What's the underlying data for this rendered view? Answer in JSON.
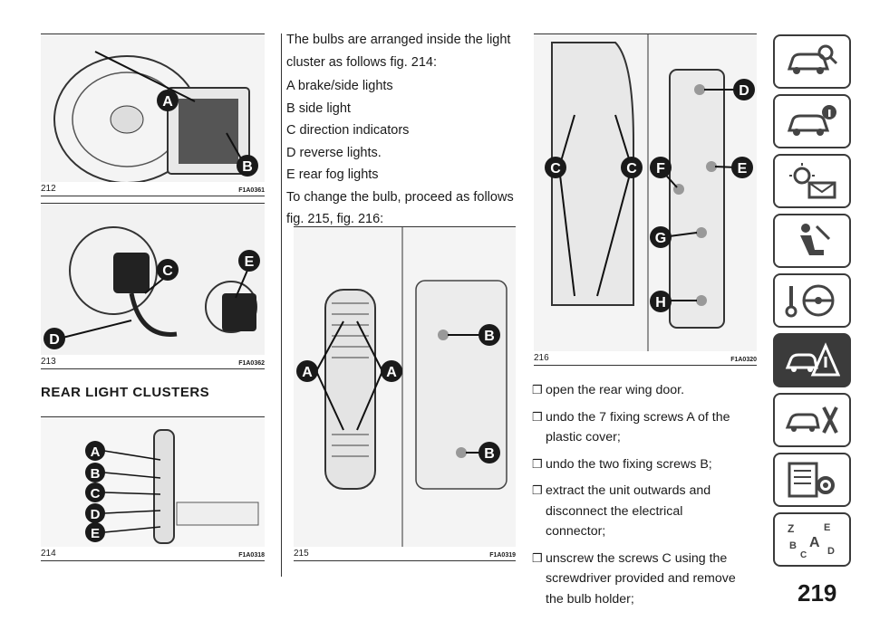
{
  "figures": {
    "f212": {
      "number": "212",
      "code": "F1A0361",
      "labels": [
        "A",
        "B"
      ]
    },
    "f213": {
      "number": "213",
      "code": "F1A0362",
      "labels": [
        "C",
        "E",
        "D"
      ]
    },
    "f214": {
      "number": "214",
      "code": "F1A0318",
      "labels": [
        "A",
        "B",
        "C",
        "D",
        "E"
      ]
    },
    "f215": {
      "number": "215",
      "code": "F1A0319",
      "labels": [
        "A",
        "A",
        "B",
        "B"
      ]
    },
    "f216": {
      "number": "216",
      "code": "F1A0320",
      "labels": [
        "C",
        "C",
        "D",
        "F",
        "E",
        "G",
        "H"
      ]
    }
  },
  "section_heading": "REAR LIGHT CLUSTERS",
  "intro": [
    "The bulbs are arranged inside the light cluster as follows fig. 214:",
    "A brake/side lights",
    "B side light",
    "C direction indicators",
    "D reverse lights.",
    "E rear fog lights",
    "To change the bulb, proceed as follows fig. 215, fig. 216:"
  ],
  "steps": [
    "open the rear wing door.",
    "undo the 7 fixing screws A of the plastic cover;",
    "undo the two fixing screws B;",
    "extract the unit outwards and disconnect the electrical connector;",
    "unscrew the screws C using the screwdriver provided and remove the bulb holder;"
  ],
  "bullet_glyph": "❒",
  "page_number": "219",
  "side_tabs": [
    {
      "icon": "car-search-icon",
      "active": false
    },
    {
      "icon": "car-info-icon",
      "active": false
    },
    {
      "icon": "warning-lights-icon",
      "active": false
    },
    {
      "icon": "seat-airbag-icon",
      "active": false
    },
    {
      "icon": "steering-wheel-key-icon",
      "active": false
    },
    {
      "icon": "car-breakdown-warning-icon",
      "active": true
    },
    {
      "icon": "car-maintenance-icon",
      "active": false
    },
    {
      "icon": "specs-gear-icon",
      "active": false
    },
    {
      "icon": "alphabetical-index-icon",
      "active": false
    }
  ],
  "colors": {
    "label_fill": "#1a1a1a",
    "label_text": "#ffffff",
    "active_tab": "#3b3b3b"
  }
}
